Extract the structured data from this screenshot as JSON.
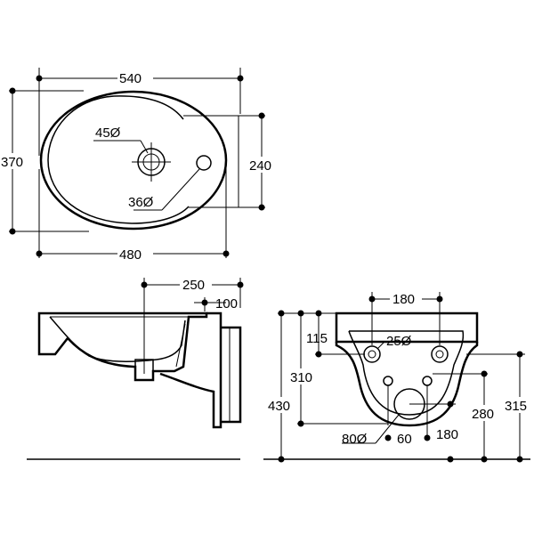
{
  "top_view": {
    "overall_width": "540",
    "overall_depth": "370",
    "bowl_width": "480",
    "tap_hole": "45Ø",
    "overflow_hole": "36Ø",
    "tap_deck_depth": "240"
  },
  "side_view": {
    "projection": "250",
    "wall_plate": "100"
  },
  "rear_view": {
    "hole_spacing": "180",
    "top_offset": "115",
    "fixing_hole": "25Ø",
    "fixing_height": "310",
    "total_height": "430",
    "drain_hole": "80Ø",
    "drain_offset": "60",
    "drain_half_spacing": "180",
    "drain_height": "280",
    "side_height": "315"
  },
  "colors": {
    "line": "#000000",
    "background": "#ffffff"
  }
}
